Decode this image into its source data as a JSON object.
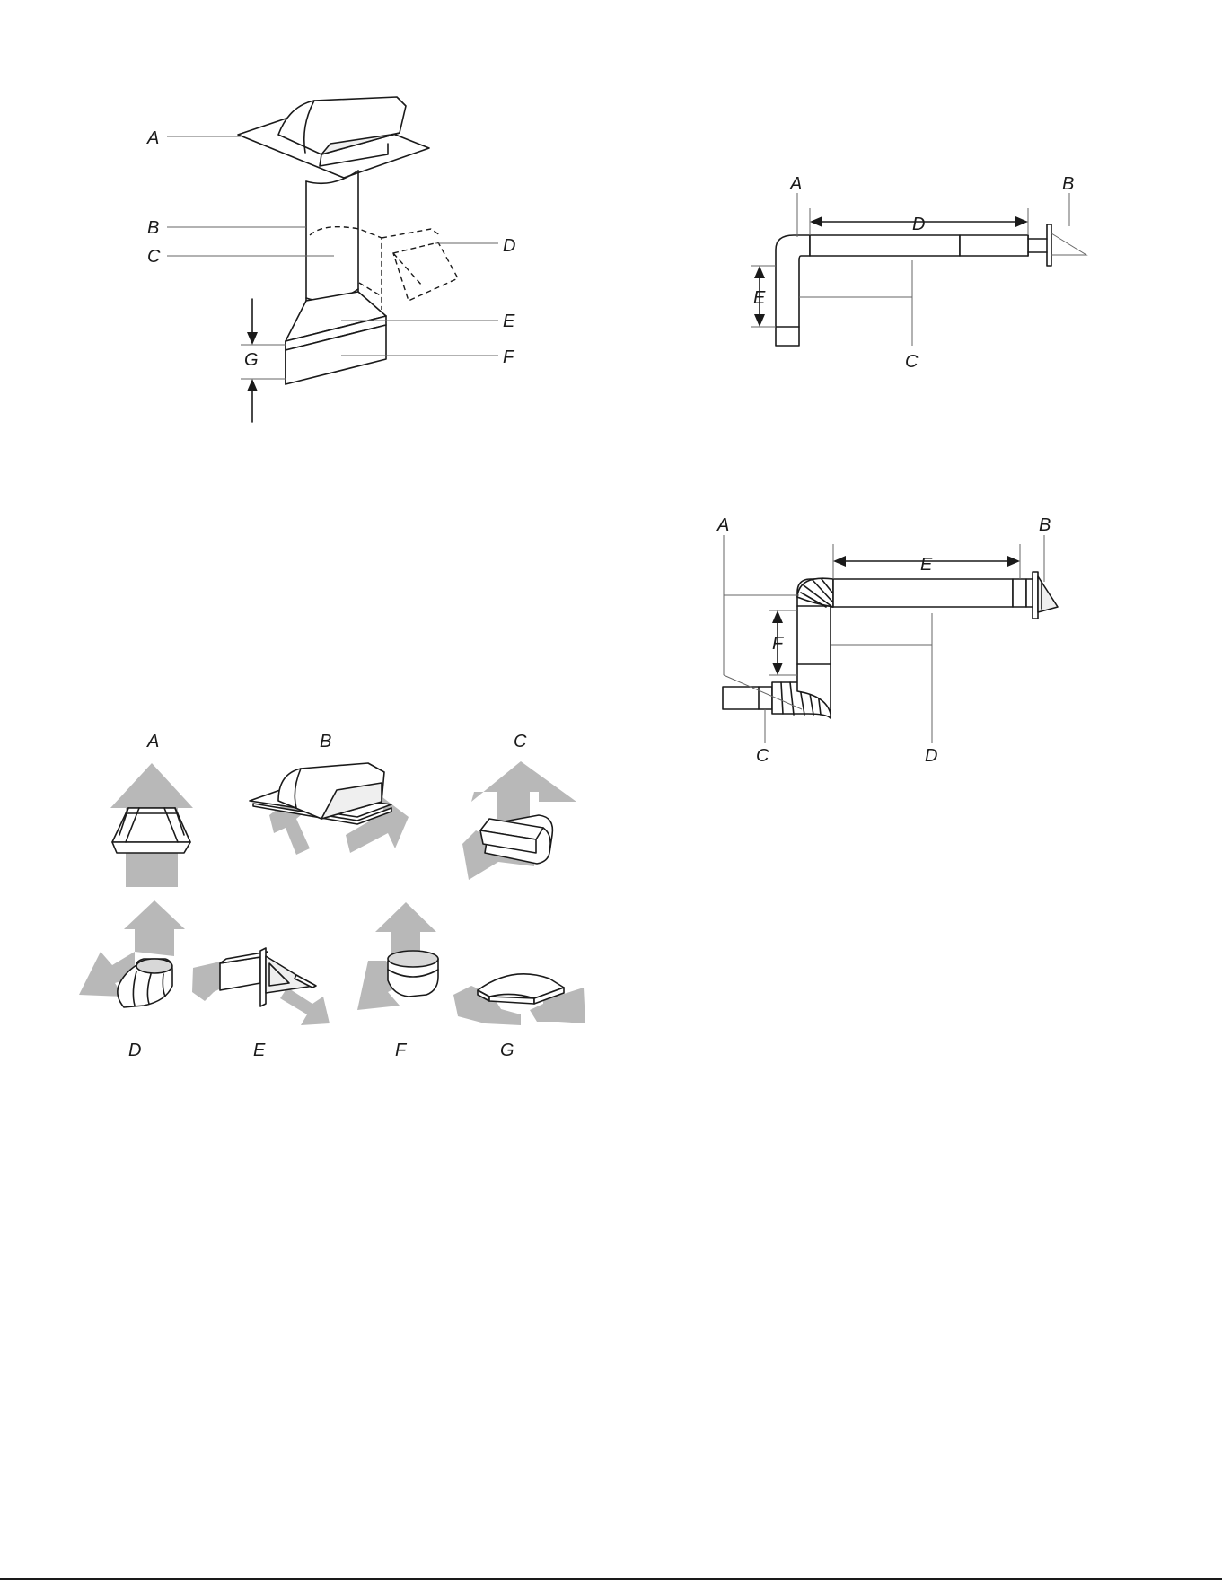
{
  "roof_vent_diagram": {
    "labels": {
      "a": "A",
      "b": "B",
      "c": "C",
      "d": "D",
      "e": "E",
      "f": "F",
      "g": "G"
    }
  },
  "wall_vent_diagram": {
    "labels": {
      "a": "A",
      "b": "B",
      "c": "C",
      "d": "D",
      "e": "E"
    }
  },
  "offset_wall_vent_diagram": {
    "labels": {
      "a": "A",
      "b": "B",
      "c": "C",
      "d": "D",
      "e": "E",
      "f": "F"
    }
  },
  "fittings_diagram": {
    "labels": {
      "a": "A",
      "b": "B",
      "c": "C",
      "d": "D",
      "e": "E",
      "f": "F",
      "g": "G"
    }
  }
}
